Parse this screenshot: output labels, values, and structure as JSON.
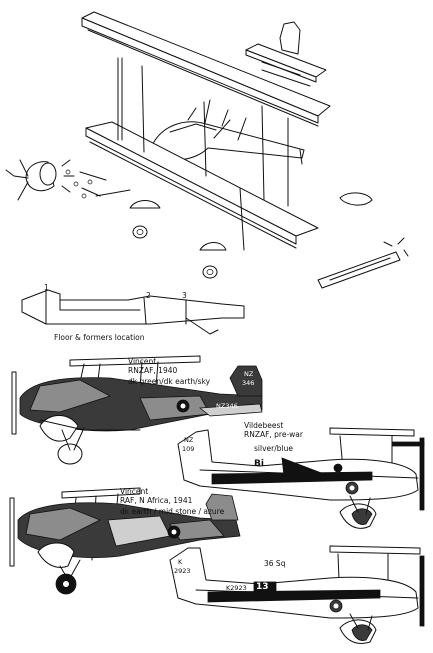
{
  "exploded_view": {
    "floor_caption": "Floor & formers location",
    "former_numbers": [
      "1",
      "2",
      "3"
    ]
  },
  "profiles": [
    {
      "id": "vincent-rnzaf",
      "title_line1": "Vincent",
      "title_line2": "RNZAF, 1940",
      "scheme": "dk green/dk earth/sky",
      "fin_code_line1": "NZ",
      "fin_code_line2": "346",
      "serial": "NZ346"
    },
    {
      "id": "vildebeest-rnzaf",
      "title_line1": "Vildebeest",
      "title_line2": "RNZAF, pre-war",
      "scheme": "silver/blue",
      "fin_code_line1": "NZ",
      "fin_code_line2": "109",
      "fuselage_code": "Bi"
    },
    {
      "id": "vincent-raf",
      "title_line1": "Vincent",
      "title_line2": "RAF, N Africa, 1941",
      "scheme": "dk earth / mid stone / azure",
      "fin_code_line1": "",
      "fin_code_line2": ""
    },
    {
      "id": "vildebeest-36sq",
      "title_line1": "",
      "title_line2": "",
      "scheme": "",
      "unit": "36 Sq",
      "fin_code_line1": "K",
      "fin_code_line2": "2923",
      "serial": "K2923",
      "fuselage_code": "13"
    }
  ]
}
